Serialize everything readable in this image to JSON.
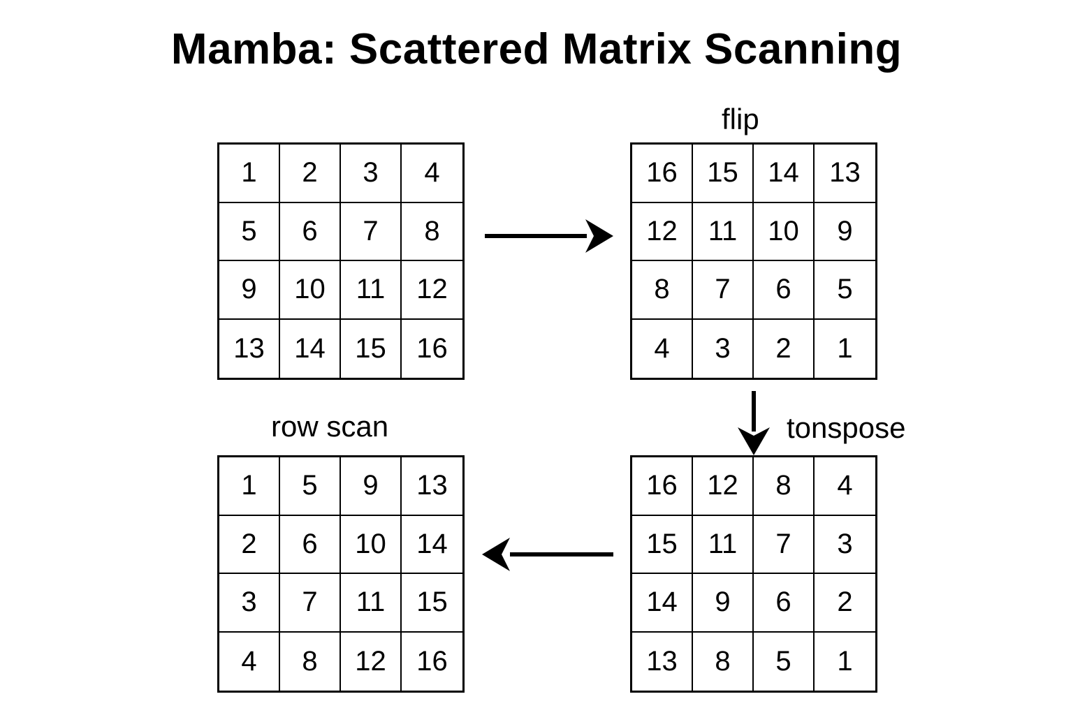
{
  "title": "Mamba: Scattered Matrix Scanning",
  "labels": {
    "flip": "flip",
    "transpose": "tonspose",
    "row_scan": "row scan"
  },
  "matrices": {
    "original": [
      "1",
      "2",
      "3",
      "4",
      "5",
      "6",
      "7",
      "8",
      "9",
      "10",
      "11",
      "12",
      "13",
      "14",
      "15",
      "16"
    ],
    "flipped": [
      "16",
      "15",
      "14",
      "13",
      "12",
      "11",
      "10",
      "9",
      "8",
      "7",
      "6",
      "5",
      "4",
      "3",
      "2",
      "1"
    ],
    "transposed": [
      "16",
      "12",
      "8",
      "4",
      "15",
      "11",
      "7",
      "3",
      "14",
      "9",
      "6",
      "2",
      "13",
      "8",
      "5",
      "1"
    ],
    "row_scan": [
      "1",
      "5",
      "9",
      "13",
      "2",
      "6",
      "10",
      "14",
      "3",
      "7",
      "11",
      "15",
      "4",
      "8",
      "12",
      "16"
    ]
  },
  "arrows": {
    "original_to_flipped": "right",
    "flipped_to_transposed": "down",
    "transposed_to_row_scan": "left"
  }
}
